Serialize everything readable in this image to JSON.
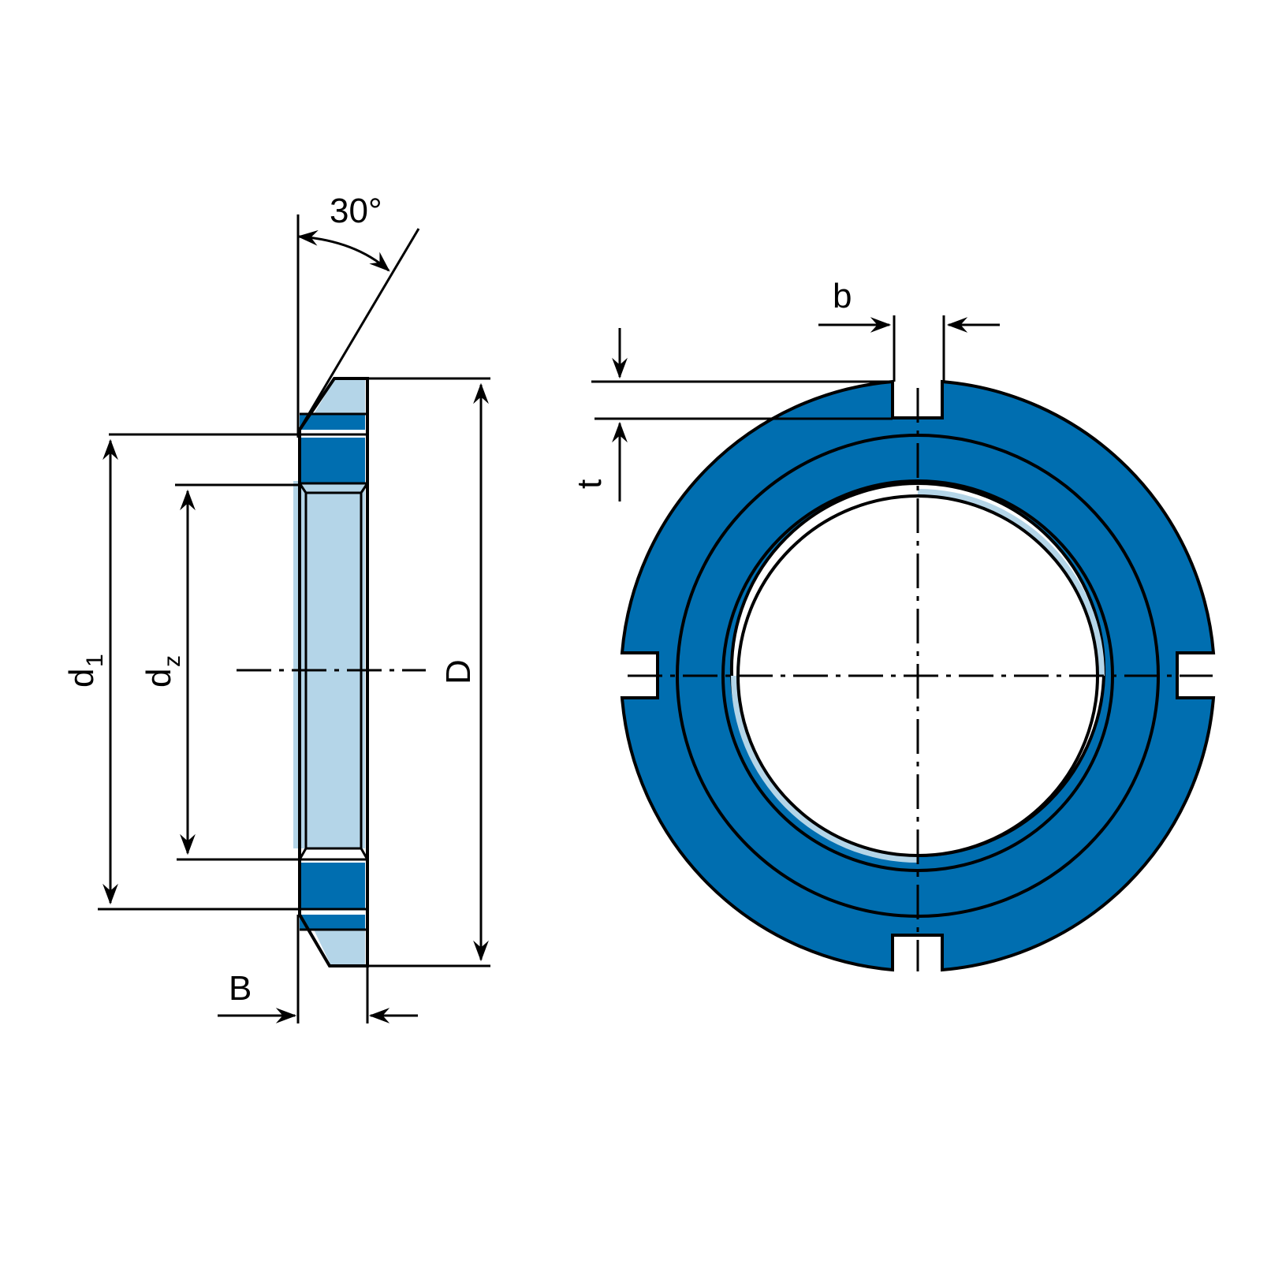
{
  "colors": {
    "dark_blue": "#006eb0",
    "light_blue": "#b4d5e8",
    "outline": "#000000",
    "background": "#ffffff"
  },
  "side_view": {
    "angle_label": "30°",
    "dim_d1": {
      "main": "d",
      "sub": "1"
    },
    "dim_dz": {
      "main": "d",
      "sub": "z"
    },
    "dim_D": "D",
    "dim_B": "B"
  },
  "front_view": {
    "dim_b": "b",
    "dim_t": "t"
  }
}
